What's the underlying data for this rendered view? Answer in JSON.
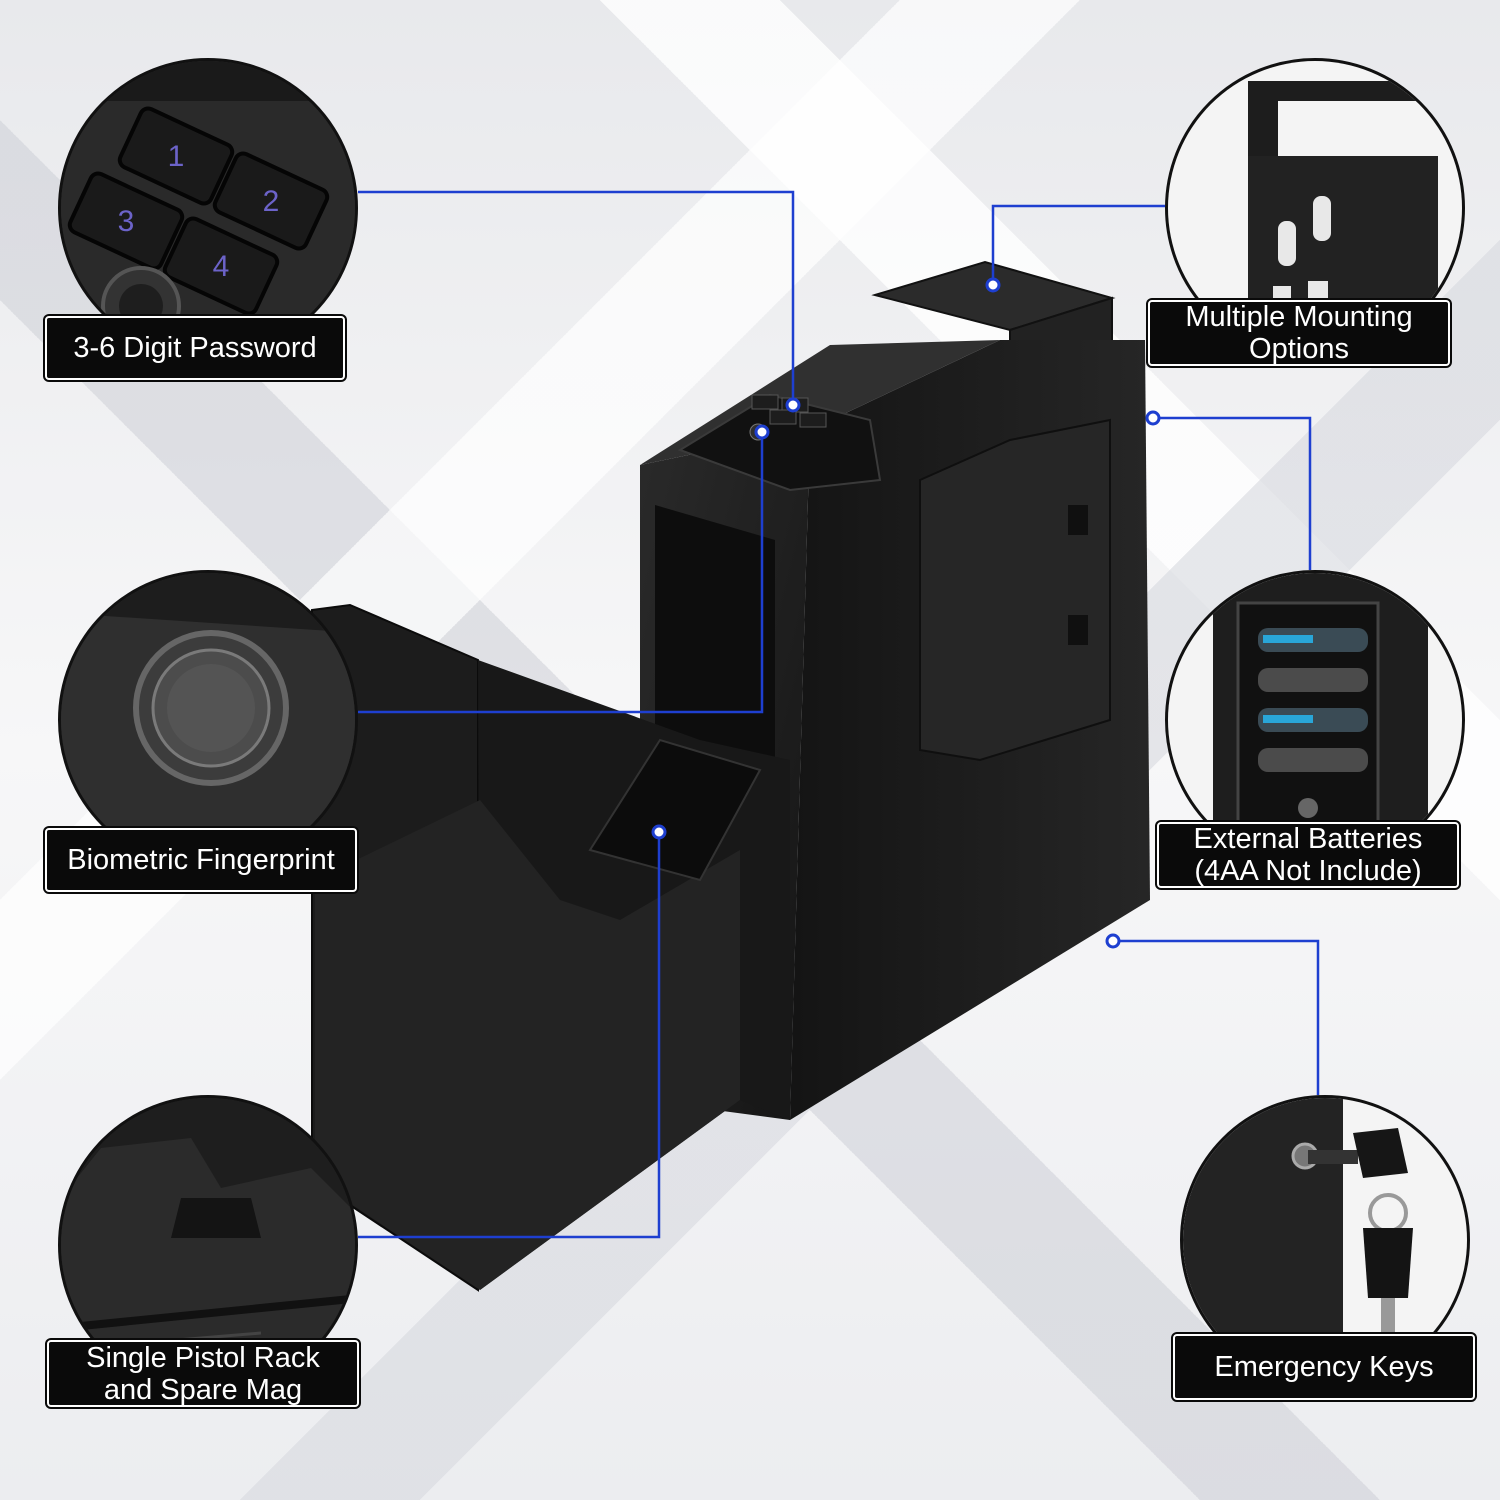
{
  "features": {
    "password": {
      "label": "3-6 Digit Password"
    },
    "fingerprint": {
      "label": "Biometric Fingerprint"
    },
    "rack": {
      "label": "Single Pistol Rack\nand Spare Mag"
    },
    "mounting": {
      "label": "Multiple Mounting\nOptions"
    },
    "batteries": {
      "label": "External Batteries\n(4AA Not Include)"
    },
    "keys": {
      "label": "Emergency Keys"
    }
  },
  "keypad": {
    "keys": [
      "1",
      "2",
      "3",
      "4"
    ]
  },
  "colors": {
    "leader_line": "#1e3fd0",
    "label_bg": "#0a0a0a",
    "safe_body": "#1b1b1b"
  }
}
